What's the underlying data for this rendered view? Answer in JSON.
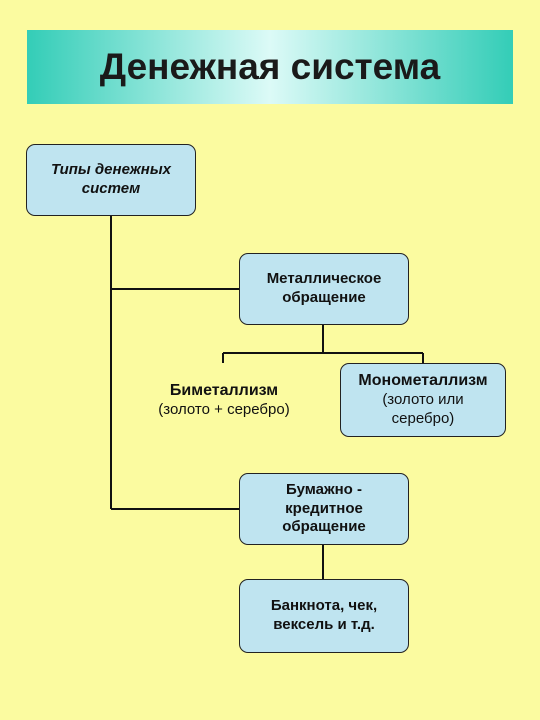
{
  "title": "Денежная система",
  "nodes": {
    "root": {
      "line1": "Типы денежных",
      "line2": "систем"
    },
    "metal": {
      "line1": "Металлическое",
      "line2": "обращение"
    },
    "bimetal": {
      "line1": "Биметаллизм",
      "line2": "(золото + серебро)"
    },
    "monometal": {
      "line1": "Монометаллизм",
      "line2": "(золото или",
      "line3": "серебро)"
    },
    "paper": {
      "line1": "Бумажно -",
      "line2": "кредитное",
      "line3": "обращение"
    },
    "banknote": {
      "line1": "Банкнота, чек,",
      "line2": "вексель и т.д."
    }
  },
  "colors": {
    "background": "#fbfba0",
    "banner_edge": "#33cdb7",
    "banner_center": "#dcfaf7",
    "box_fill": "#bfe4f0",
    "line": "#111111"
  }
}
